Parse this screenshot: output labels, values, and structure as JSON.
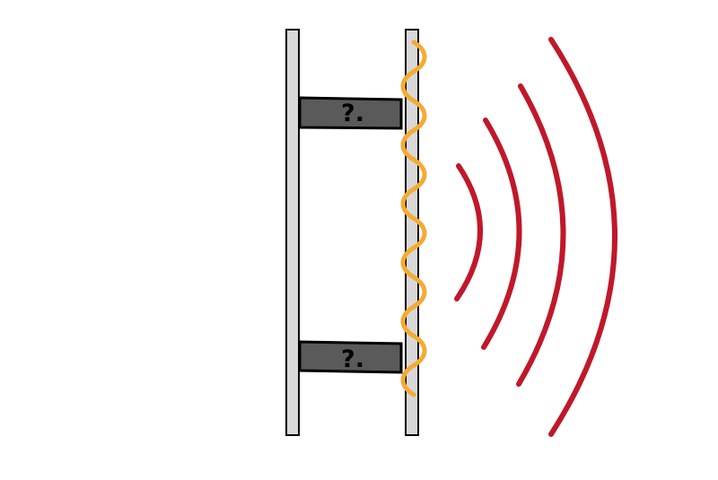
{
  "colors": {
    "background": "#ffffff",
    "outline": "#000000",
    "post_fill": "#d8d8d8",
    "bracket_fill": "#5a5a5a",
    "spring": "#f4ab32",
    "wave": "#c0182a"
  },
  "diagram": {
    "left_post": {
      "name": "left-post"
    },
    "right_post": {
      "name": "right-post"
    },
    "brackets": [
      {
        "mark": "?.",
        "icon": "question-mark-icon"
      },
      {
        "mark": "?.",
        "icon": "question-mark-icon"
      }
    ],
    "spring": {
      "icon": "wavy-line-icon",
      "turns": 6
    },
    "waves": {
      "icon": "radio-wave-arcs-icon",
      "count": 4
    }
  }
}
